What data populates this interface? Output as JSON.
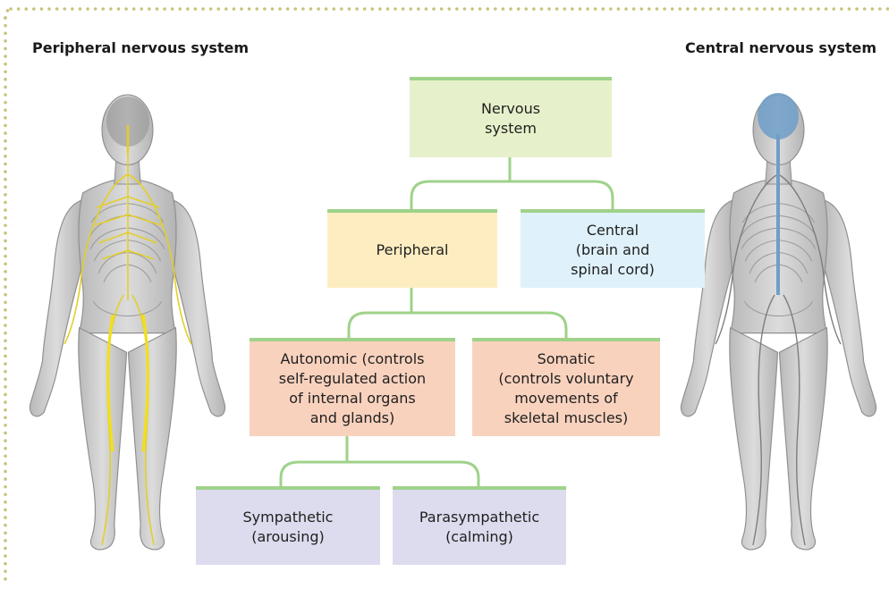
{
  "left_title": "Peripheral nervous system",
  "right_title": "Central nervous system",
  "nodes": {
    "nervous_system": "Nervous\nsystem",
    "peripheral": "Peripheral",
    "central": "Central\n(brain and\nspinal cord)",
    "autonomic": "Autonomic (controls\nself-regulated action\nof internal organs\nand glands)",
    "somatic": "Somatic\n(controls voluntary\nmovements of\nskeletal muscles)",
    "sympathetic": "Sympathetic\n(arousing)",
    "parasympathetic": "Parasympathetic\n(calming)"
  },
  "colors": {
    "connector": "#9fd28a",
    "border_dots": "#c9c27a",
    "peripheral_nerves": "#e3cf2a",
    "central_nerves": "#6f9ec8"
  },
  "figures": {
    "left": "human-figure-peripheral-nerves",
    "right": "human-figure-central-nerves"
  }
}
